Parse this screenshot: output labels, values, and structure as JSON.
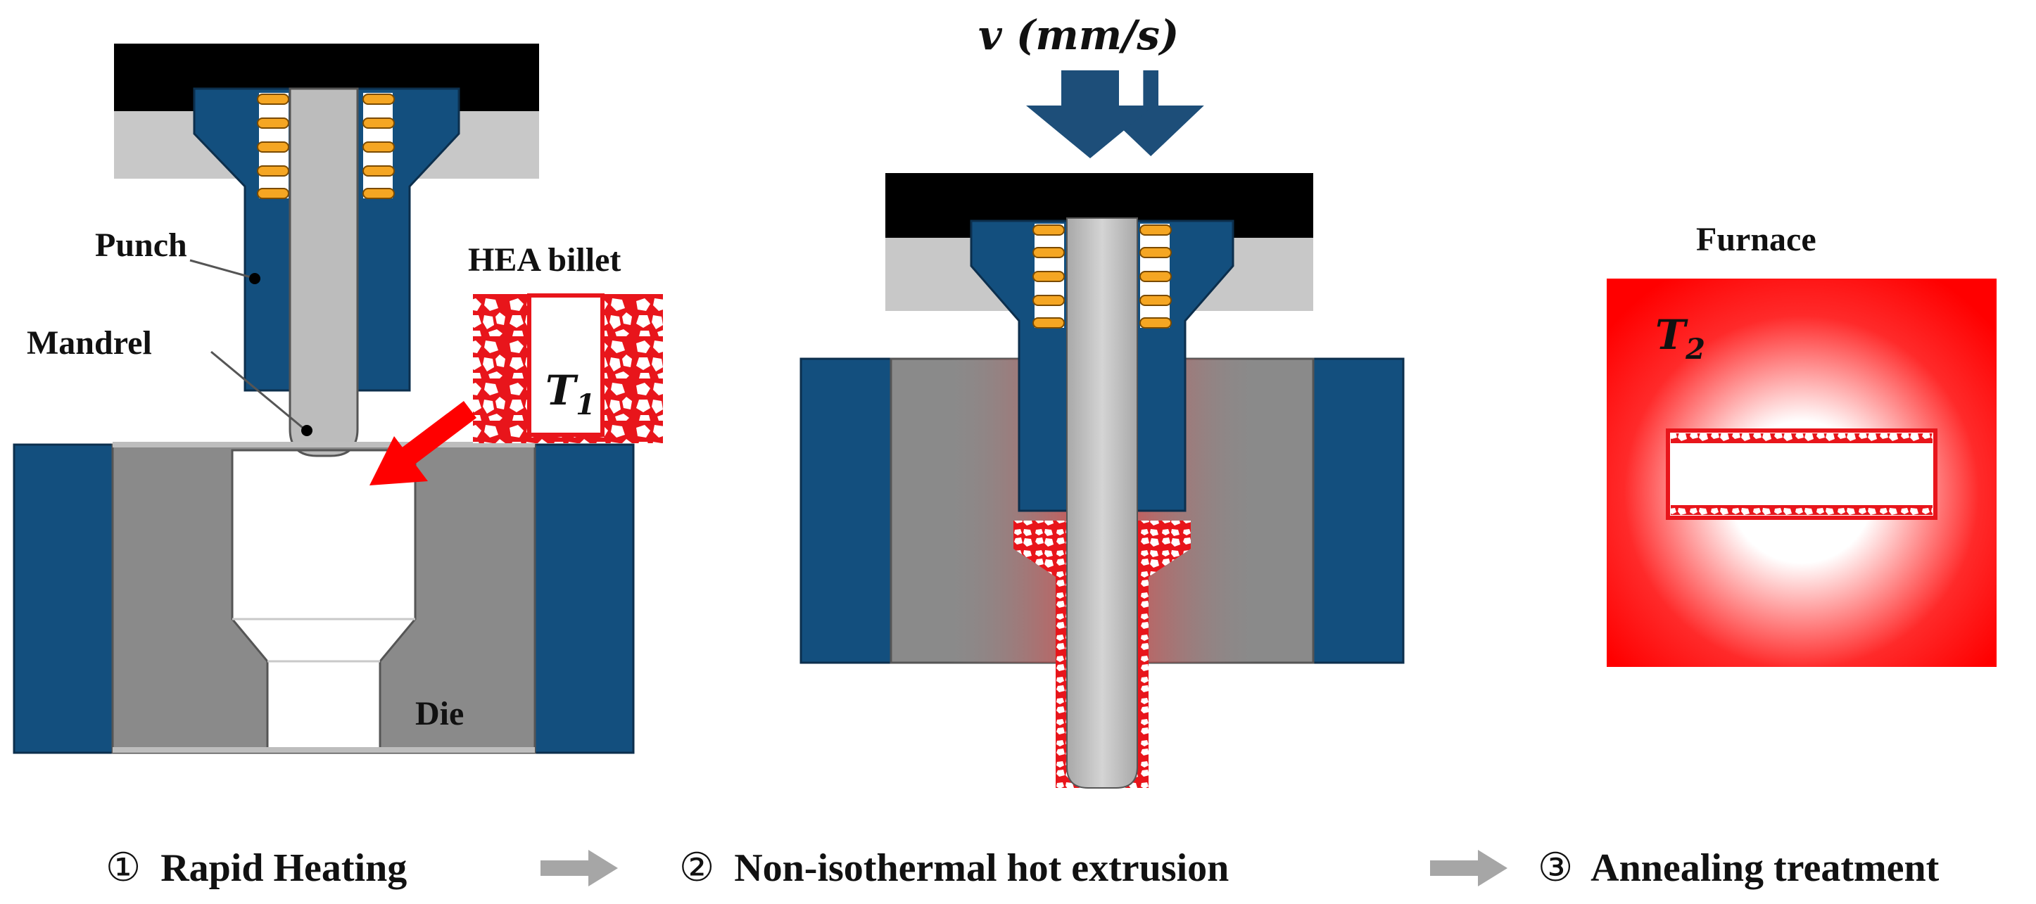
{
  "labels": {
    "punch": "Punch",
    "mandrel": "Mandrel",
    "hea_billet": "HEA billet",
    "die": "Die",
    "furnace": "Furnace",
    "temperature_1": "T",
    "temperature_1_sub": "1",
    "temperature_2": "T",
    "temperature_2_sub": "2",
    "velocity": "v (mm/s)"
  },
  "steps": [
    {
      "marker": "①",
      "label": "Rapid Heating"
    },
    {
      "marker": "②",
      "label": "Non-isothermal hot extrusion"
    },
    {
      "marker": "③",
      "label": "Annealing treatment"
    }
  ],
  "colors": {
    "press_plate": "#000000",
    "holder": "#c8c8c8",
    "punch": "#134f7e",
    "mandrel": "#bcbcbc",
    "die": "#8a8a8a",
    "spring": "#f5a623",
    "heat": "#ff1a1a",
    "arrow_down": "#1d4e79",
    "step_arrow": "#a6a6a6"
  }
}
